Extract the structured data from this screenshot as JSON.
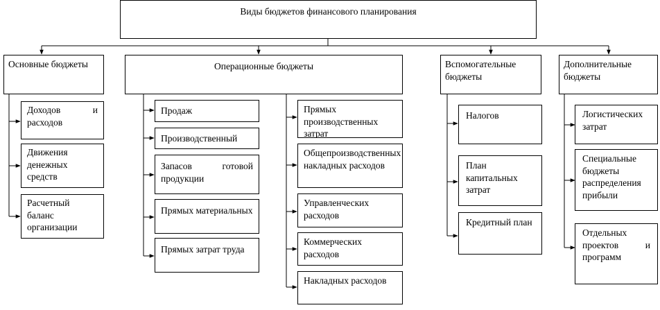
{
  "title": "Виды бюджетов финансового планирования",
  "categories": {
    "basic": {
      "label": "Основные бюджеты",
      "items": [
        "Доходов и расходов",
        "Движения денежных средств",
        "Расчетный баланс организации"
      ]
    },
    "operational": {
      "label": "Операционные бюджеты",
      "items_left": [
        "Продаж",
        "Производственный",
        "Запасов готовой продукции",
        "Прямых материальных",
        "Прямых затрат труда"
      ],
      "items_right": [
        "Прямых производственных затрат",
        "Общепроизводственных накладных расходов",
        "Управленческих расходов",
        "Коммерческих расходов",
        "Накладных расходов"
      ]
    },
    "auxiliary": {
      "label": "Вспомогательные бюджеты",
      "items": [
        "Налогов",
        "План капитальных затрат",
        "Кредитный план"
      ]
    },
    "additional": {
      "label": "Дополнительные бюджеты",
      "items": [
        "Логистических затрат",
        "Специальные бюджеты распределения прибыли",
        "Отдельных проектов и программ"
      ]
    }
  }
}
